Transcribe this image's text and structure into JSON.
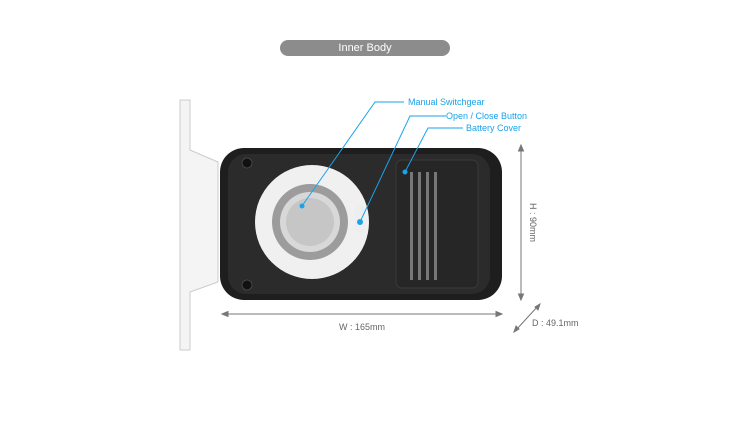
{
  "title": "Inner Body",
  "callouts": {
    "manual_switchgear": "Manual Switchgear",
    "open_close_button": "Open / Close Button",
    "battery_cover": "Battery Cover"
  },
  "dimensions": {
    "width": "W : 165mm",
    "height": "H : 90mm",
    "depth": "D : 49.1mm"
  },
  "colors": {
    "accent": "#1aa3e8",
    "body": "#1e1e1e",
    "pill": "#8c8c8c"
  }
}
